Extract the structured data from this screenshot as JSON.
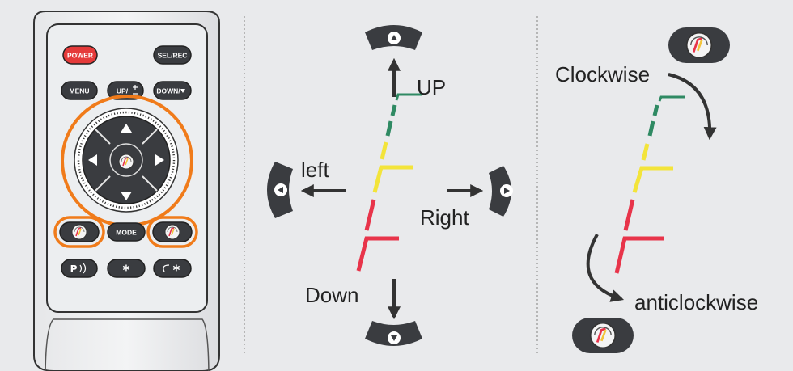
{
  "remote": {
    "buttons": {
      "power": "POWER",
      "sel_rec": "SEL/REC",
      "menu": "MENU",
      "up": "UP/",
      "down": "DOWN/",
      "mode": "MODE",
      "p": "P",
      "star": "*",
      "star_alt": "*"
    }
  },
  "labels": {
    "up": "UP",
    "left": "left",
    "right": "Right",
    "down": "Down",
    "clockwise": "Clockwise",
    "anticlockwise": "anticlockwise"
  },
  "colors": {
    "background": "#e9eaec",
    "button": "#3a3c40",
    "power_button": "#e53a3a",
    "highlight_ring": "#f07b1a",
    "guide_red": "#e8344a",
    "guide_yellow": "#f3e43a",
    "guide_green": "#2f8a63",
    "text": "#222222"
  }
}
